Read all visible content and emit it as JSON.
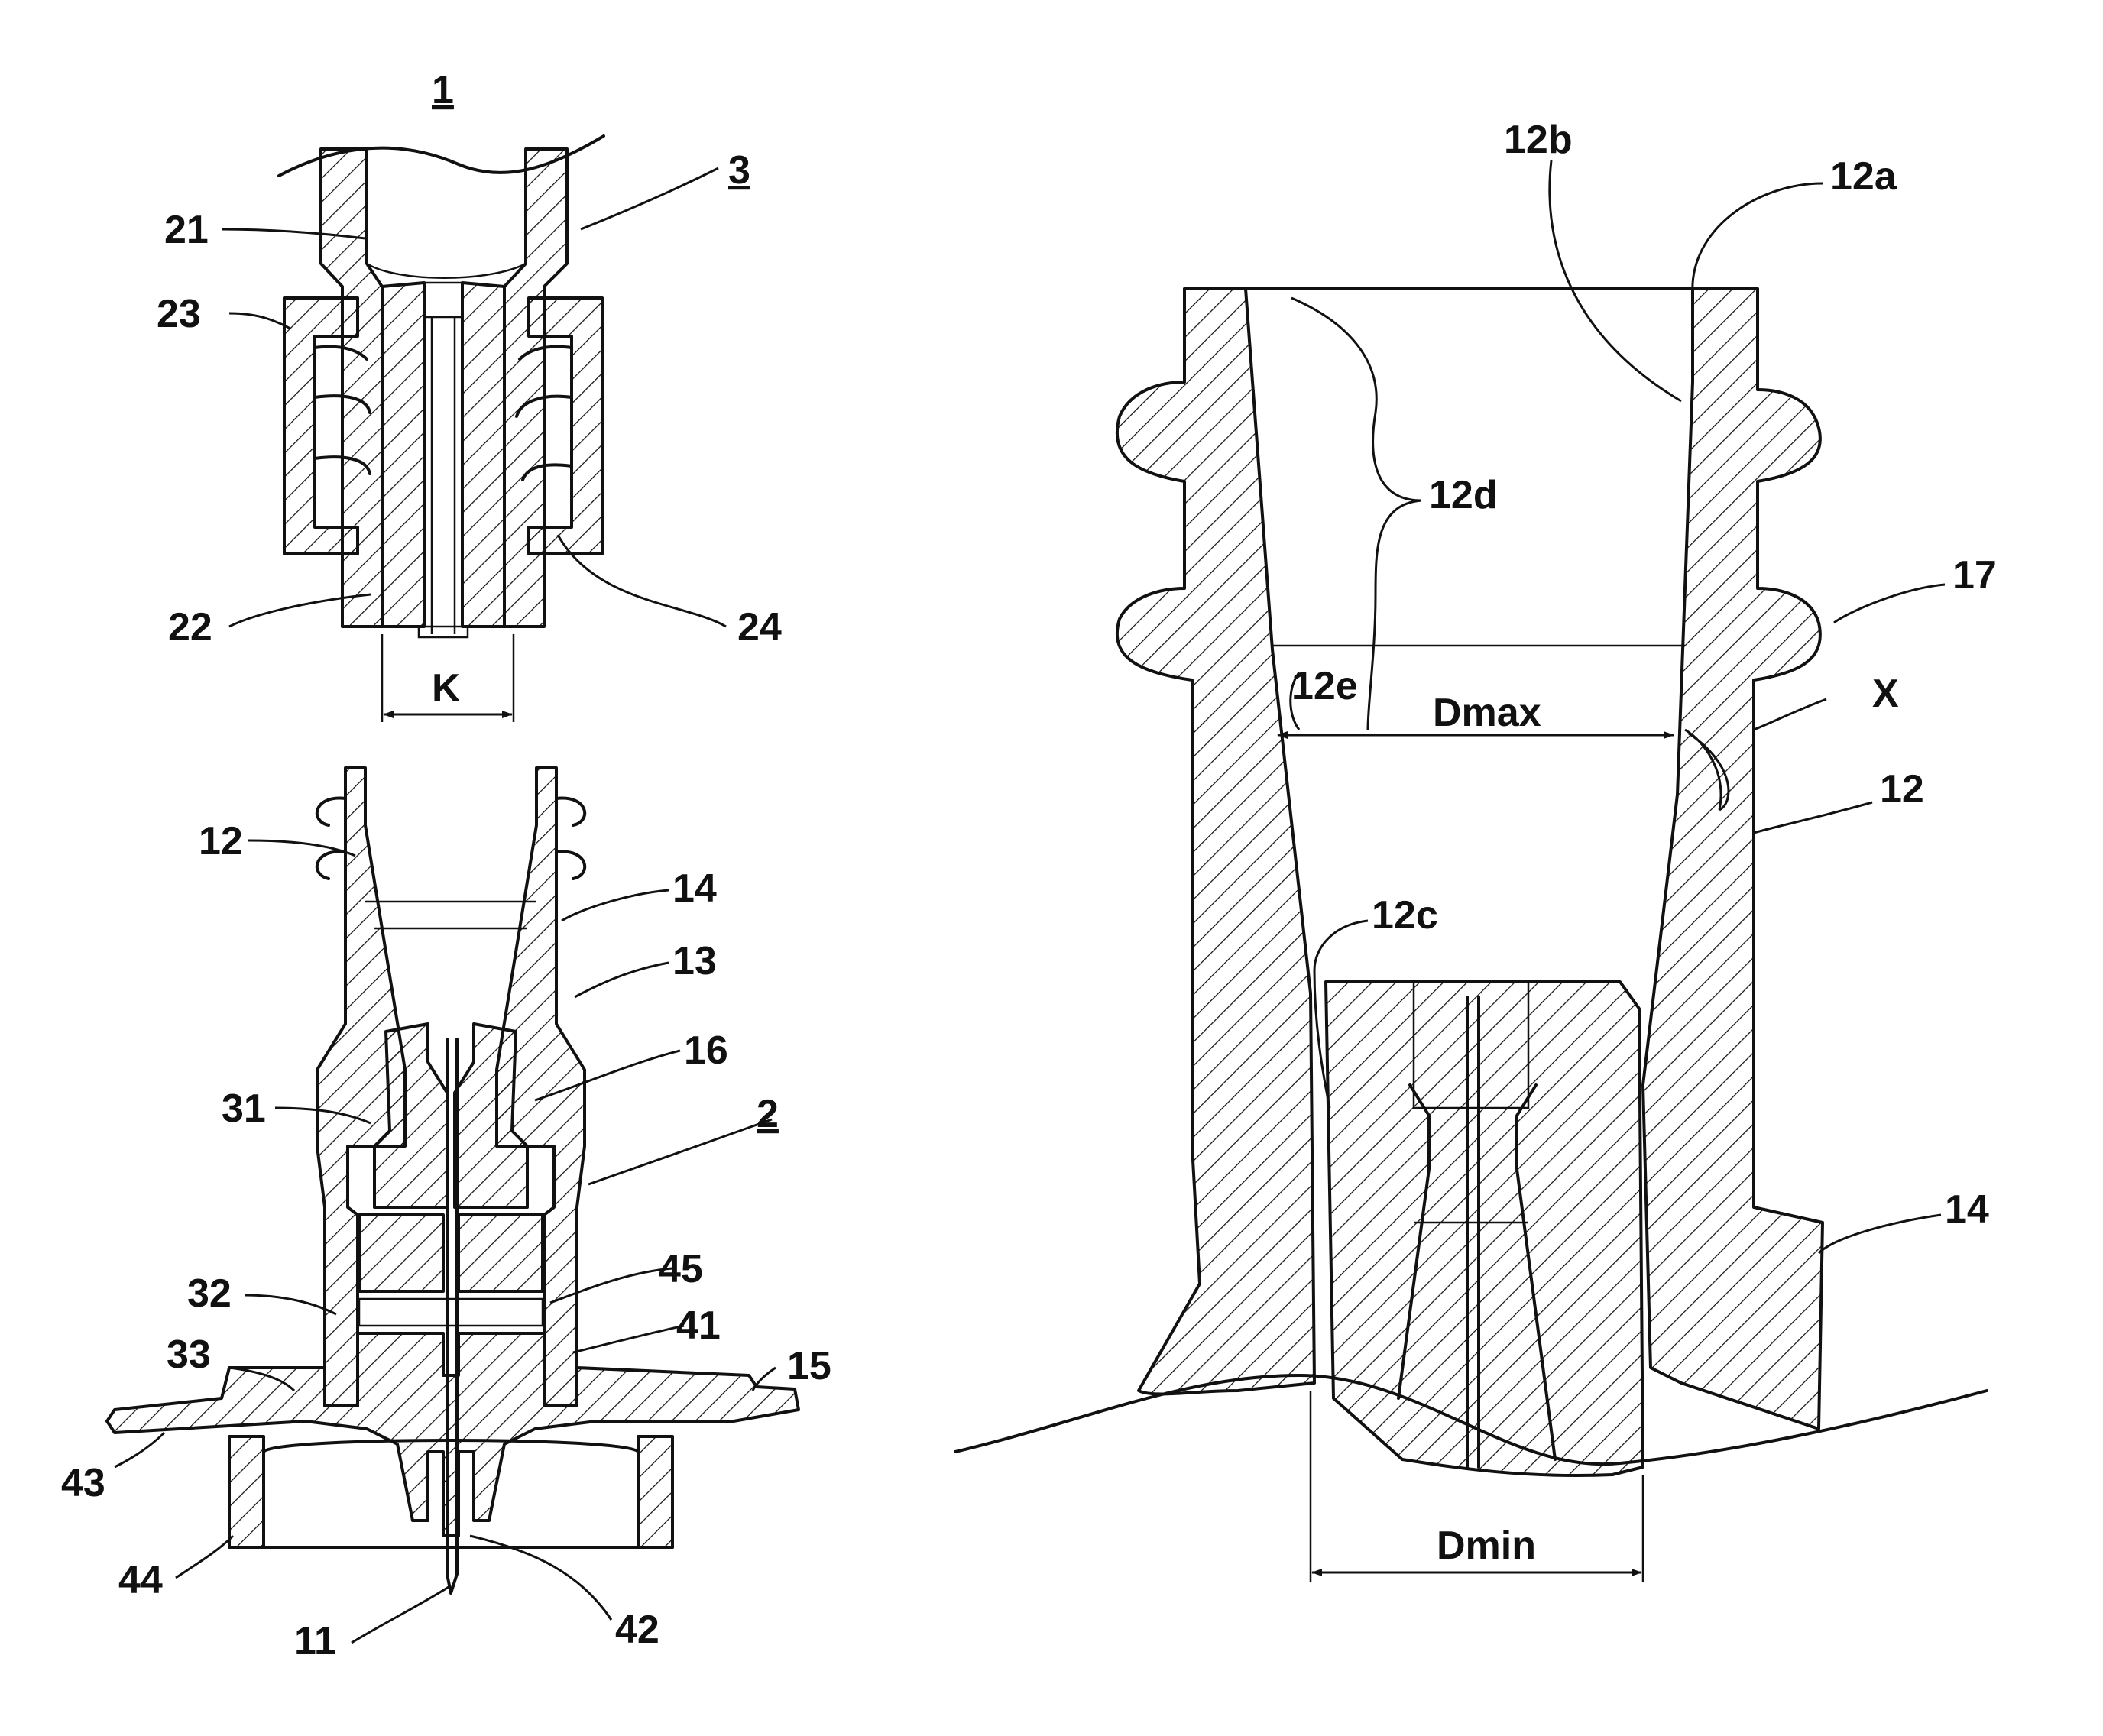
{
  "figure": {
    "line_color": "#111111",
    "background": "#ffffff",
    "left_assembly": {
      "assembly_label": "1",
      "upper_part_label": "3",
      "lower_part_label": "2",
      "upper_callouts": [
        "21",
        "23",
        "22",
        "24"
      ],
      "width_dimension_label": "K",
      "lower_callouts": [
        "12",
        "14",
        "13",
        "16",
        "31",
        "45",
        "32",
        "41",
        "33",
        "15",
        "43",
        "44",
        "11",
        "42"
      ]
    },
    "detail_view": {
      "callouts": [
        "12b",
        "12a",
        "12d",
        "17",
        "12e",
        "X",
        "12",
        "12c",
        "14"
      ],
      "dimensions": {
        "upper_inner": "Dmax",
        "lower_inner": "Dmin"
      }
    }
  }
}
